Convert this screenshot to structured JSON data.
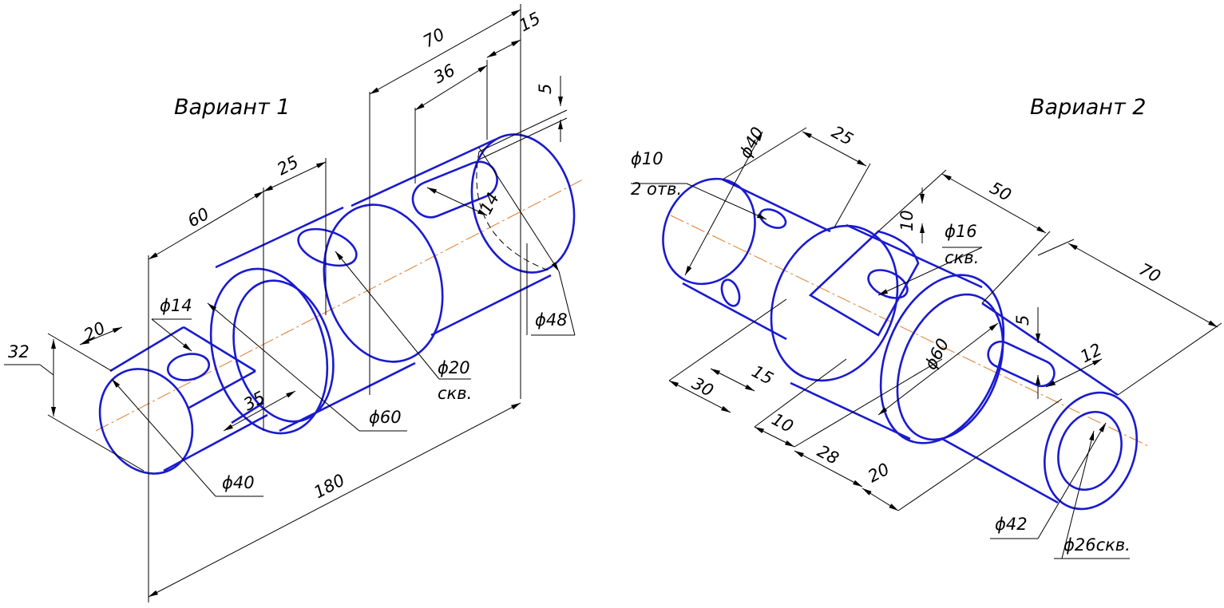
{
  "variant1": {
    "title": "Вариант 1",
    "dims": {
      "d70": "70",
      "d15": "15",
      "d36": "36",
      "d5": "5",
      "d25": "25",
      "d60": "60",
      "d14": "14",
      "d48": "ϕ48",
      "d20hole": "ϕ20",
      "d20hole_note": "скв.",
      "d14hole": "ϕ14",
      "d20": "20",
      "d32": "32",
      "d35": "35",
      "d60dia": "ϕ60",
      "d40": "ϕ40",
      "d180": "180"
    }
  },
  "variant2": {
    "title": "Вариант 2",
    "dims": {
      "d10hole": "ϕ10",
      "d10hole_note": "2 отв.",
      "d40": "ϕ40",
      "d25": "25",
      "d50": "50",
      "d10": "10",
      "d16": "ϕ16",
      "d16_note": "скв.",
      "d70": "70",
      "d5": "5",
      "d12": "12",
      "d60": "ϕ60",
      "d30": "30",
      "d15": "15",
      "d10b": "10",
      "d28": "28",
      "d20": "20",
      "d42": "ϕ42",
      "d26": "ϕ26скв."
    }
  },
  "colors": {
    "outline": "#1a1ad0",
    "axis": "#e07a2a",
    "dimension": "#000000"
  }
}
